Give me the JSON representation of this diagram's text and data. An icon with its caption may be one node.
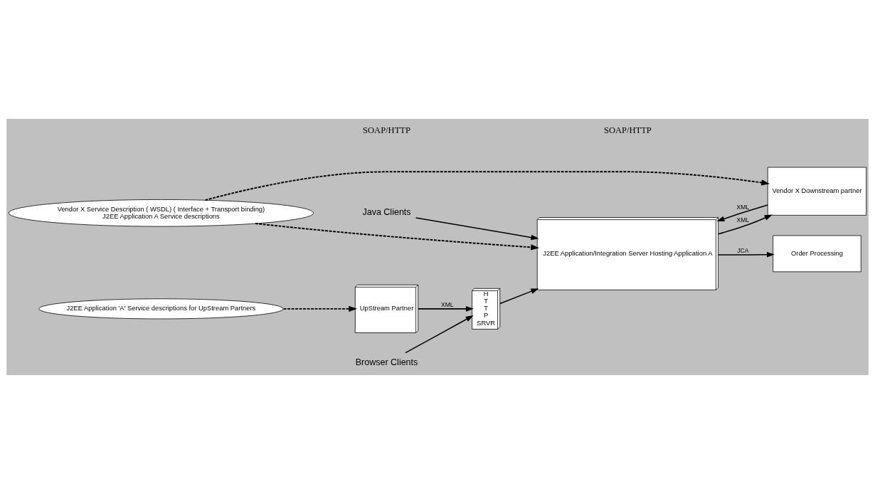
{
  "diagram": {
    "nodes": [
      {
        "text": [
          "J2EE Application 'A' Service descriptions for UpStream Partners"
        ]
      },
      {
        "text": [
          "Vendor X Service Description ( WSDL) ( Interface + Transport binding)",
          "J2EE Application A Service descriptions"
        ]
      },
      {
        "text": [
          "UpStream Partner"
        ]
      },
      {
        "text": [
          "H T T P SRVR"
        ]
      },
      {
        "text": [
          "J2EE Application/Integration Server Hosting Application A"
        ]
      },
      {
        "text": [
          "Vendor X Downstream partner"
        ]
      },
      {
        "text": [
          "Order Processing"
        ]
      },
      {
        "text": [
          "Browser Clients"
        ]
      },
      {
        "text": [
          "Java Clients"
        ]
      }
    ],
    "edges": [
      {
        "from": 0,
        "to": 2,
        "arrow": "to",
        "style": "dashed"
      },
      {
        "from": 1,
        "to": 4,
        "arrow": "to",
        "style": "dashed"
      },
      {
        "from": 1,
        "to": 5,
        "arrow": "to",
        "style": "dashed"
      },
      {
        "from": 2,
        "to": 3,
        "arrow": "to",
        "label": "XML"
      },
      {
        "from": 3,
        "to": 4,
        "arrow": "to"
      },
      {
        "from": 4,
        "to": 5,
        "arrow": "to",
        "label": "XML"
      },
      {
        "from": 5,
        "to": 4,
        "arrow": "to",
        "label": "XML"
      },
      {
        "from": 4,
        "to": 6,
        "arrow": "to",
        "label": "JCA"
      },
      {
        "from": 7,
        "to": 3,
        "arrow": "to"
      },
      {
        "from": 8,
        "to": 4,
        "arrow": "to"
      }
    ],
    "labels": [
      "SOAP/HTTP",
      "SOAP/HTTP"
    ]
  }
}
